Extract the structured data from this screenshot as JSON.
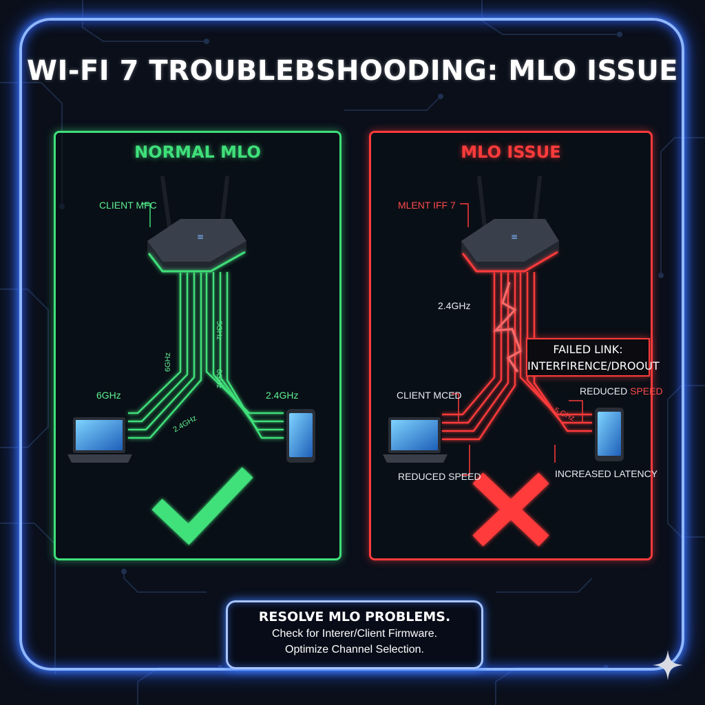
{
  "title": "WI-FI 7 TROUBLEBSHOODING: MLO ISSUE",
  "normal_panel": {
    "title": "NORMAL MLO",
    "client_label": "CLIENT MFC",
    "band_left": "6GHz",
    "band_right": "2.4GHz",
    "link_label_left": "6GHz",
    "link_label_center": "2.4GHz",
    "link_label_right_top": "5GHz",
    "link_label_right_mid": "6GHz",
    "status_icon": "checkmark-icon"
  },
  "issue_panel": {
    "title": "MLO ISSUE",
    "client_label_top": "MLENT IFF 7",
    "band_label": "2.4GHz",
    "failed_line1": "FAILED LINK:",
    "failed_line2": "INTERFIRENCE/DROOUT",
    "client_label_mid": "CLIENT MCED",
    "reduced_speed_right_prefix": "REDUCED",
    "reduced_speed_right_suffix": "SPEED",
    "link_label_right": "5 GHz",
    "reduced_speed_left": "REDUCED SPEED",
    "increased_latency": "INCREASED LATENCY",
    "status_icon": "x-mark-icon"
  },
  "footer": {
    "line1": "RESOLVE MLO PROBLEMS.",
    "line2": "Check for Interer/Client Firmware.",
    "line3": "Optimize Channel Selection."
  },
  "colors": {
    "ok": "#3fe07a",
    "fail": "#ff3b3b",
    "frame": "#8fb8ff"
  }
}
